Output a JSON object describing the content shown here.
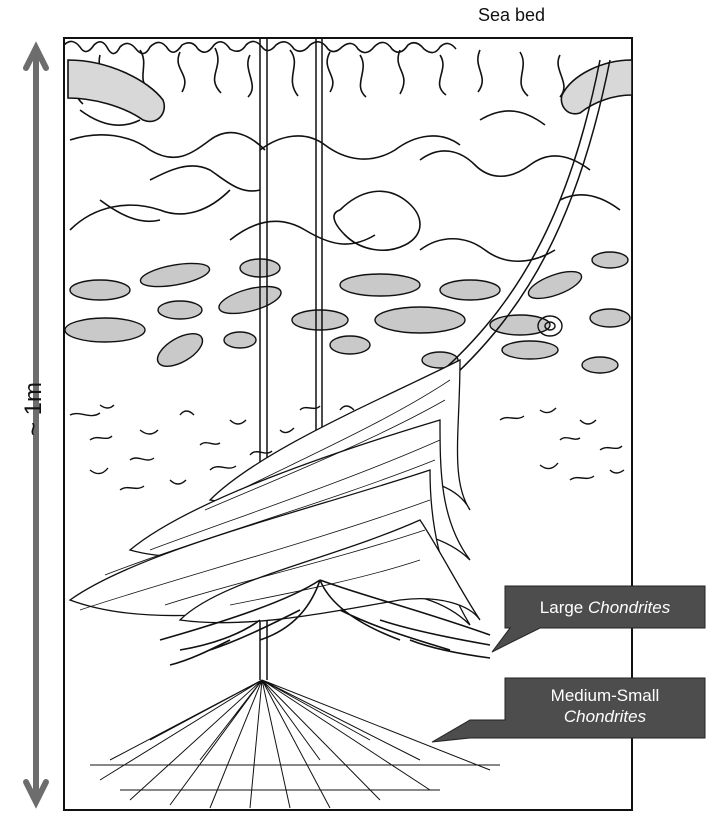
{
  "labels": {
    "sea_bed": "Sea bed",
    "scale": "~ 1m",
    "large": {
      "prefix": "Large ",
      "italic": "Chondrites"
    },
    "medium": {
      "line1": "Medium-Small",
      "italic": "Chondrites"
    }
  },
  "colors": {
    "callout_fill": "#4d4d4d",
    "scale_arrow": "#6d6d6d",
    "ink": "#111111"
  }
}
